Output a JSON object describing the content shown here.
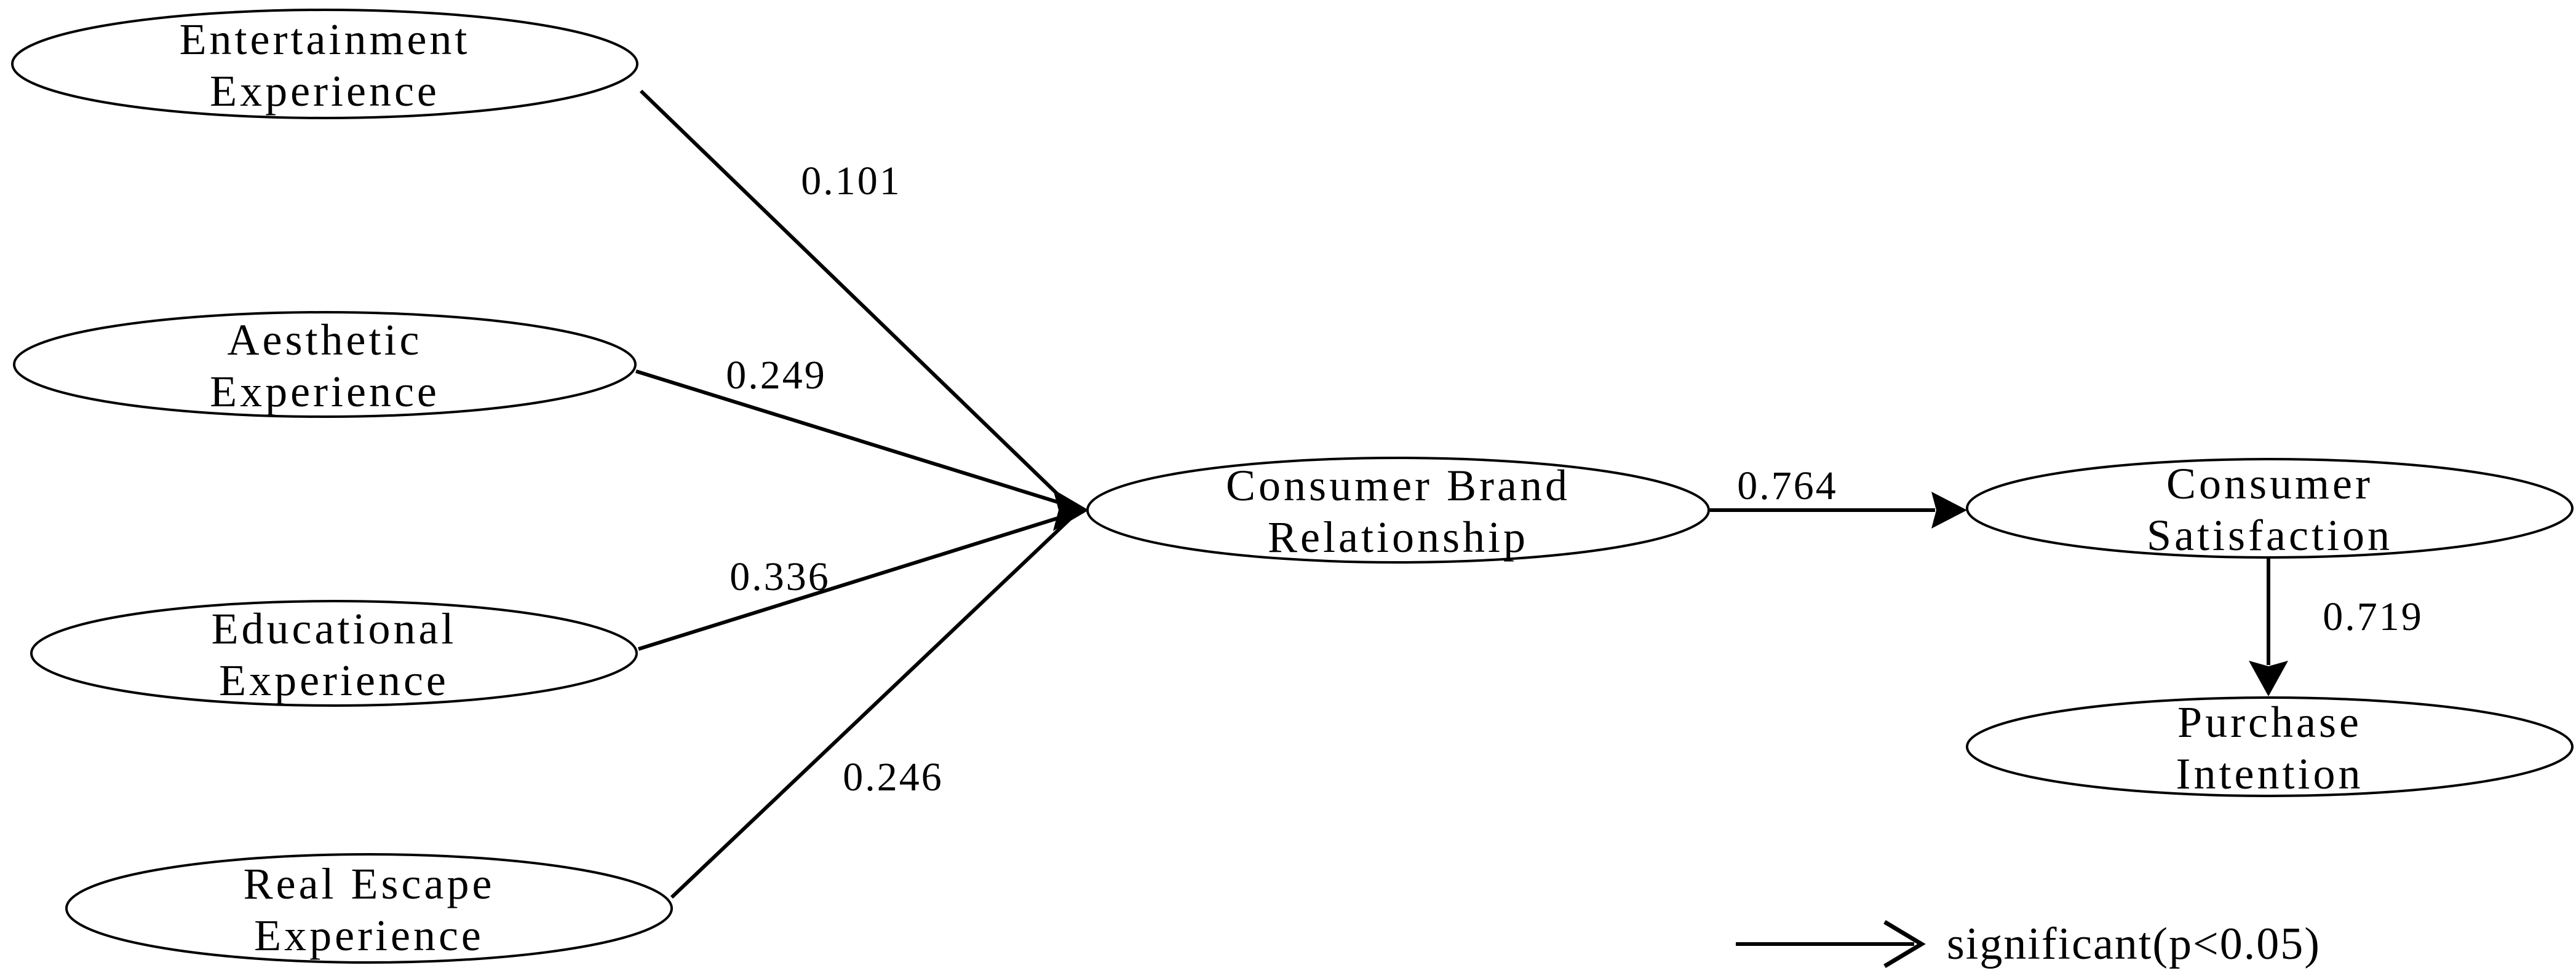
{
  "nodes": {
    "entertainment": {
      "line1": "Entertainment",
      "line2": "Experience"
    },
    "aesthetic": {
      "line1": "Aesthetic",
      "line2": "Experience"
    },
    "educational": {
      "line1": "Educational",
      "line2": "Experience"
    },
    "real_escape": {
      "line1": "Real Escape",
      "line2": "Experience"
    },
    "consumer_brand": {
      "line1": "Consumer Brand",
      "line2": "Relationship"
    },
    "consumer_satisfaction": {
      "line1": "Consumer",
      "line2": "Satisfaction"
    },
    "purchase_intention": {
      "line1": "Purchase",
      "line2": "Intention"
    }
  },
  "coefficients": {
    "entertainment_to_cbr": "0.101",
    "aesthetic_to_cbr": "0.249",
    "educational_to_cbr": "0.336",
    "real_escape_to_cbr": "0.246",
    "cbr_to_satisfaction": "0.764",
    "satisfaction_to_purchase": "0.719"
  },
  "legend": {
    "label": "significant(p<0.05)"
  },
  "colors": {
    "background": "#ffffff",
    "stroke": "#000000",
    "text": "#000000"
  }
}
